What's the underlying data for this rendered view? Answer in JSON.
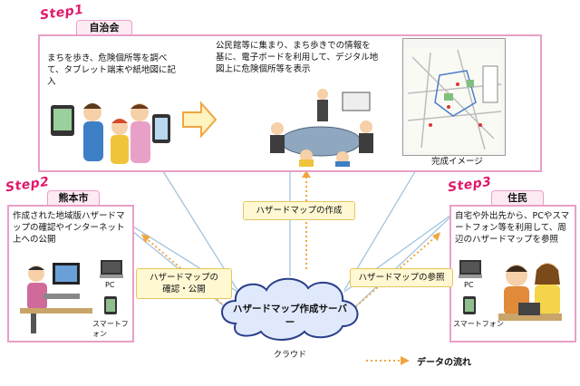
{
  "step1": {
    "step": "Step1",
    "tab": "自治会",
    "left_text": "まちを歩き、危険個所等を調べて、タブレット端末や紙地図に記入",
    "mid_text": "公民館等に集まり、まち歩きでの情報を基に、電子ボードを利用して、デジタル地図上に危険個所等を表示",
    "map_caption": "完成イメージ"
  },
  "step2": {
    "step": "Step2",
    "tab": "熊本市",
    "text": "作成された地域版ハザードマップの確認やインターネット上への公開",
    "pc": "PC",
    "phone": "スマートフォン"
  },
  "step3": {
    "step": "Step3",
    "tab": "住民",
    "text": "自宅や外出先から、PCやスマートフォン等を利用して、周辺のハザードマップを参照",
    "pc": "PC",
    "phone": "スマートフォン"
  },
  "labels": {
    "create": "ハザードマップの作成",
    "confirm": "ハザードマップの\n確認・公開",
    "refer": "ハザードマップの参照"
  },
  "cloud": {
    "title": "ハザードマップ作成サーバー",
    "caption": "クラウド"
  },
  "legend": {
    "text": "データの流れ"
  },
  "colors": {
    "panel_border": "#e8a0c8",
    "step": "#e0196c",
    "label_bg": "#fff8d2",
    "cloud_fill": "#dfe9fb",
    "arrow": "#f0a640"
  }
}
